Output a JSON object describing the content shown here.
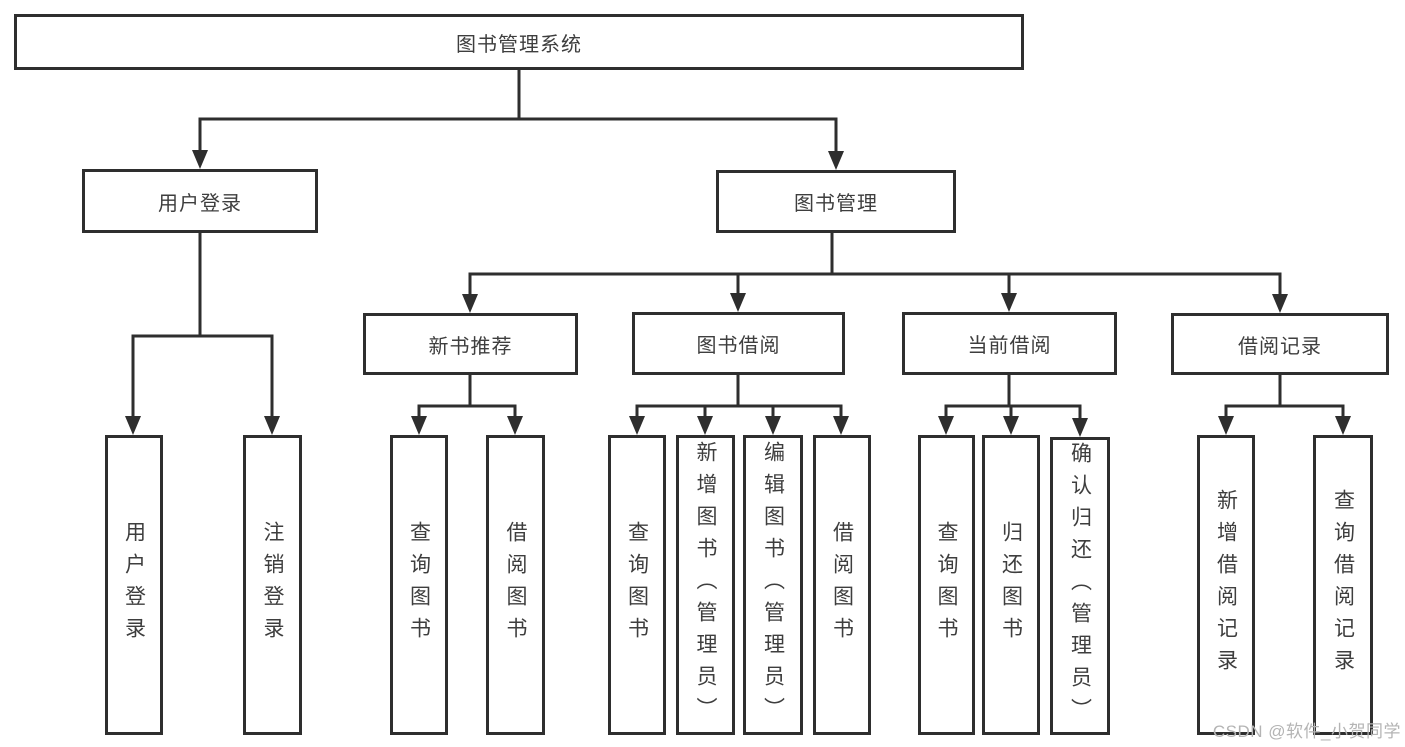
{
  "diagram": {
    "root": {
      "label": "图书管理系统"
    },
    "branches": [
      {
        "label": "用户登录",
        "children": [
          {
            "label": "用户登录"
          },
          {
            "label": "注销登录"
          }
        ]
      },
      {
        "label": "图书管理",
        "groups": [
          {
            "label": "新书推荐",
            "children": [
              {
                "label": "查询图书"
              },
              {
                "label": "借阅图书"
              }
            ]
          },
          {
            "label": "图书借阅",
            "children": [
              {
                "label": "查询图书"
              },
              {
                "label": "新增图书（管理员）"
              },
              {
                "label": "编辑图书（管理员）"
              },
              {
                "label": "借阅图书"
              }
            ]
          },
          {
            "label": "当前借阅",
            "children": [
              {
                "label": "查询图书"
              },
              {
                "label": "归还图书"
              },
              {
                "label": "确认归还（管理员）"
              }
            ]
          },
          {
            "label": "借阅记录",
            "children": [
              {
                "label": "新增借阅记录"
              },
              {
                "label": "查询借阅记录"
              }
            ]
          }
        ]
      }
    ]
  },
  "watermark": {
    "text": "CSDN @软件_小贺同学"
  },
  "colors": {
    "line": "#2e2e2e",
    "text": "#3e3e3e",
    "background": "#ffffff",
    "watermark": "#b4b4b4"
  }
}
